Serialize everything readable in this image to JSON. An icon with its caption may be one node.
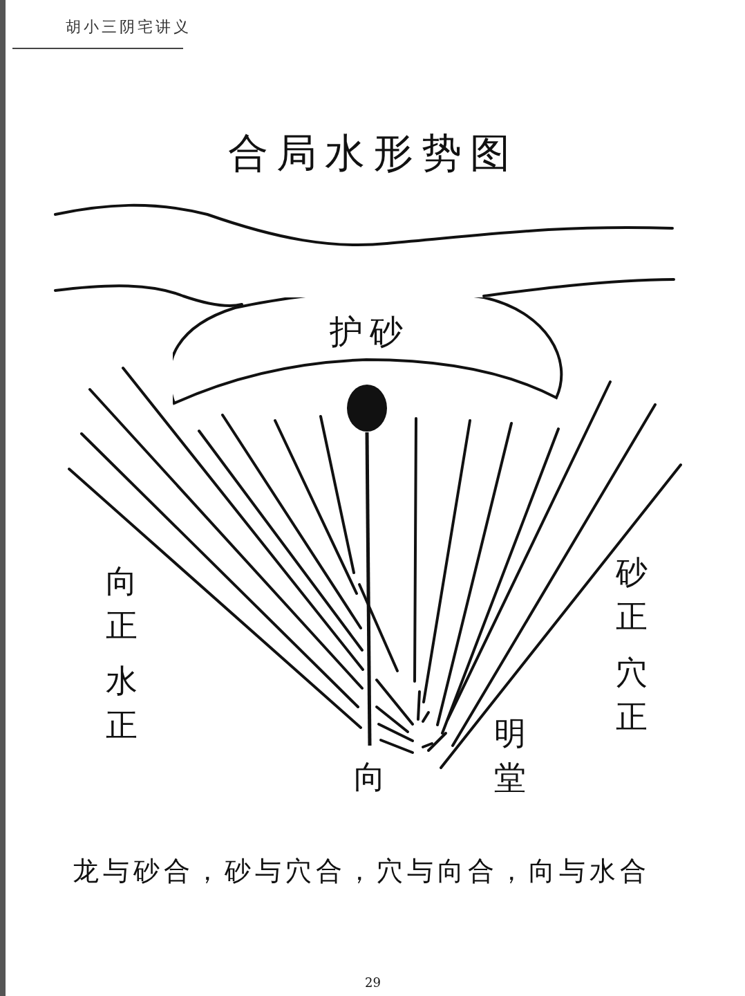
{
  "diagram": {
    "title": "合局水形势图",
    "caption": "龙与砂合，砂与穴合，穴与向合，向与水合",
    "nodes": [
      {
        "text": [
          "护砂"
        ]
      },
      {
        "text": [],
        "shape": "circle"
      },
      {
        "text": [
          "向"
        ]
      }
    ],
    "edges": [
      {
        "from": 1,
        "to": 2,
        "arrow": "none"
      }
    ],
    "labels": [
      "胡小三阴宅讲义",
      "向正",
      "水正",
      "砂正",
      "穴正",
      "明堂",
      "29"
    ]
  }
}
